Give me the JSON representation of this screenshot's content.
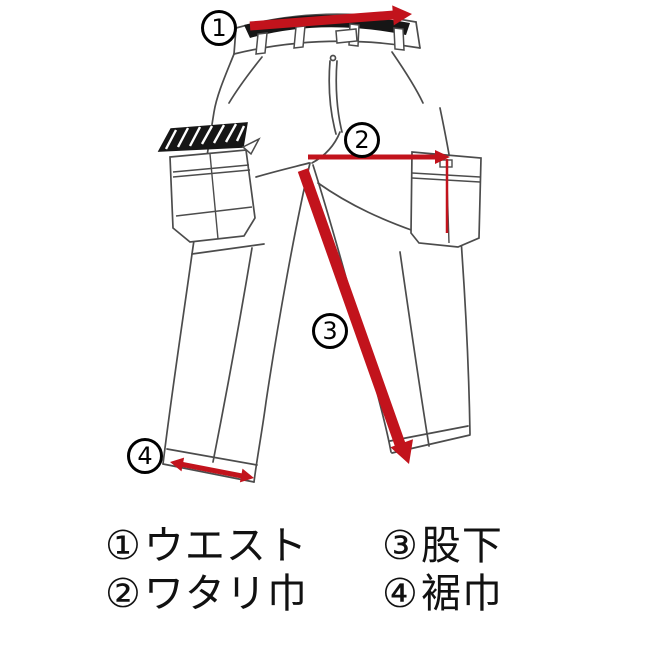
{
  "diagram": {
    "subject": "pants-measurement-guide"
  },
  "markers": [
    {
      "num": "1"
    },
    {
      "num": "2"
    },
    {
      "num": "3"
    },
    {
      "num": "4"
    }
  ],
  "legend": {
    "items": [
      {
        "num": "①",
        "label": "ウエスト"
      },
      {
        "num": "②",
        "label": "ワタリ巾"
      },
      {
        "num": "③",
        "label": "股下"
      },
      {
        "num": "④",
        "label": "裾巾"
      }
    ]
  },
  "colors": {
    "arrow_red": "#c2131c",
    "line_gray": "#4c4c4c",
    "flap_black": "#161616",
    "text_black": "#111111"
  }
}
